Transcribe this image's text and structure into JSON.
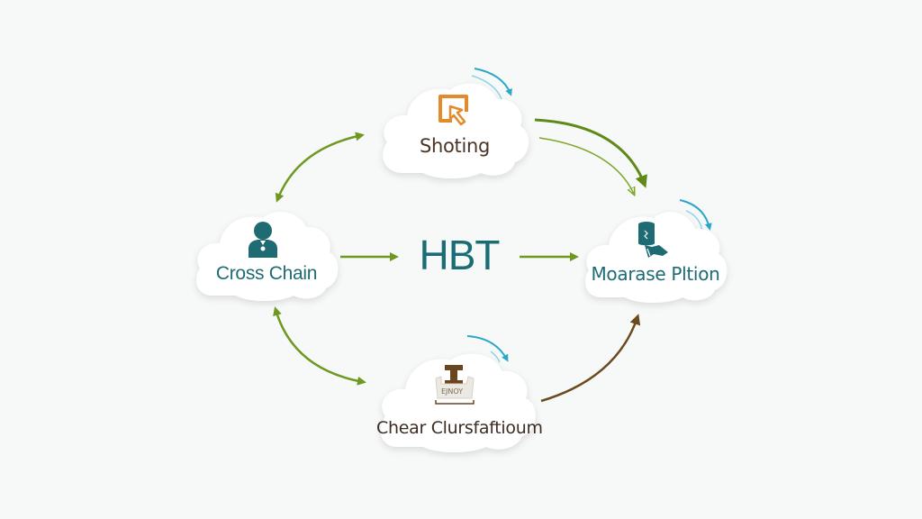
{
  "diagram": {
    "center": {
      "label": "HBT",
      "color": "#1a6d74"
    },
    "nodes": [
      {
        "id": "top",
        "label": "Shoting",
        "icon": "cursor-square-icon",
        "label_color": "#4a3426",
        "icon_color": "#e48a2b"
      },
      {
        "id": "left",
        "label": "Cross Chain",
        "icon": "user-icon",
        "label_color": "#1f6b73",
        "icon_color": "#1f6b73"
      },
      {
        "id": "right",
        "label": "Moarase Pltion",
        "icon": "database-hand-icon",
        "label_color": "#1f6b73",
        "icon_color": "#1f6b73"
      },
      {
        "id": "bottom",
        "label": "Chear Clursfaftioum",
        "icon": "box-stamp-icon",
        "label_color": "#3d2c22",
        "icon_color": "#6b4420"
      },
      {
        "id": "bottom-box",
        "label": "EJNOY"
      }
    ],
    "edges": [
      {
        "from": "left",
        "to": "center",
        "color": "#6f9820",
        "style": "straight"
      },
      {
        "from": "center",
        "to": "right",
        "color": "#6f9820",
        "style": "straight"
      },
      {
        "from": "left",
        "to": "top",
        "color": "#6f9820",
        "style": "curved-bidirectional"
      },
      {
        "from": "left",
        "to": "bottom",
        "color": "#6f9820",
        "style": "curved-bidirectional"
      },
      {
        "from": "top",
        "to": "right",
        "color": "#6f9820",
        "style": "curved-double"
      },
      {
        "from": "bottom",
        "to": "right",
        "color": "#6b4a1e",
        "style": "curved"
      }
    ],
    "accent_colors": {
      "green_arrow": "#6f9820",
      "brown_arrow": "#6b4a1e",
      "cyan_swoosh": "#2aa8c8",
      "background": "#f7f9f9"
    }
  }
}
